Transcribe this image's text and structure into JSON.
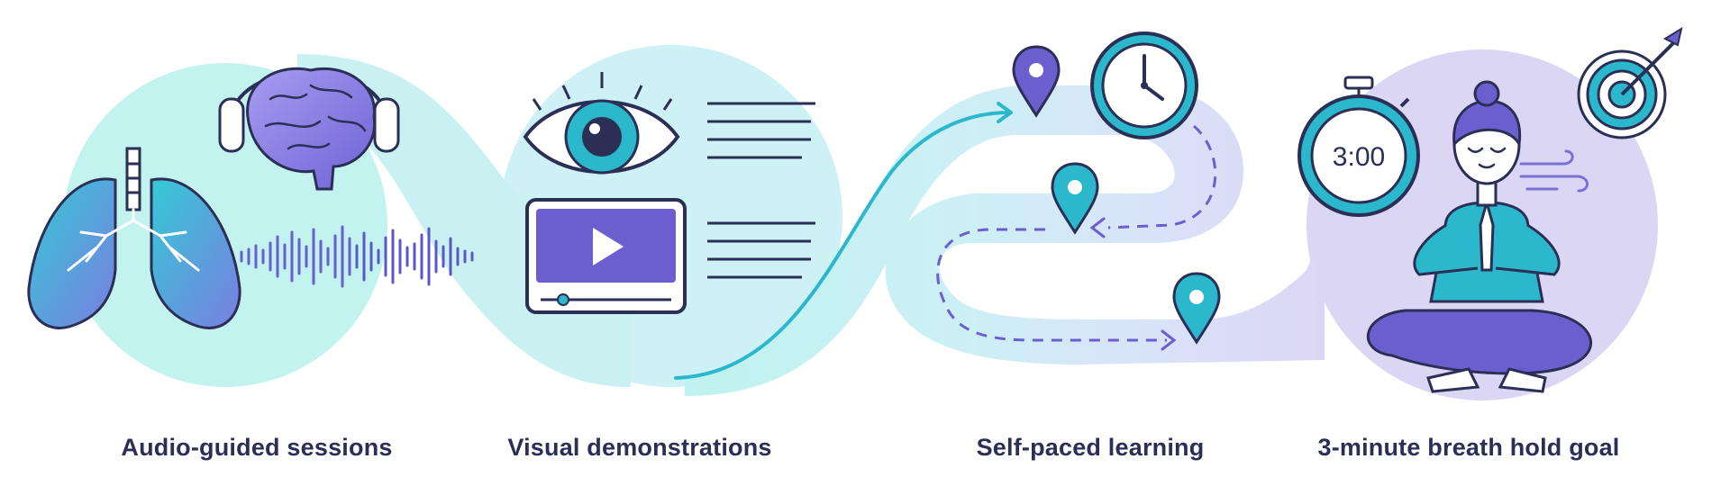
{
  "features": [
    {
      "id": "audio",
      "label": "Audio-guided sessions",
      "icons": [
        "lungs-icon",
        "brain-icon",
        "headphones-icon",
        "sound-wave-icon"
      ]
    },
    {
      "id": "visual",
      "label": "Visual demonstrations",
      "icons": [
        "eye-icon",
        "video-player-icon",
        "text-lines-icon"
      ]
    },
    {
      "id": "self-paced",
      "label": "Self-paced learning",
      "icons": [
        "clock-icon",
        "map-pin-icon",
        "winding-path-icon"
      ]
    },
    {
      "id": "breath-hold",
      "label": "3-minute breath hold goal",
      "icons": [
        "stopwatch-icon",
        "meditation-person-icon",
        "target-icon",
        "breath-wind-icon"
      ]
    }
  ],
  "timer": {
    "display": "3:00"
  },
  "colors": {
    "teal": "#2bb8cc",
    "teal_light": "#c8f2f2",
    "purple": "#6b5fd0",
    "purple_light": "#d9d4f5",
    "navy": "#2b2f55"
  }
}
